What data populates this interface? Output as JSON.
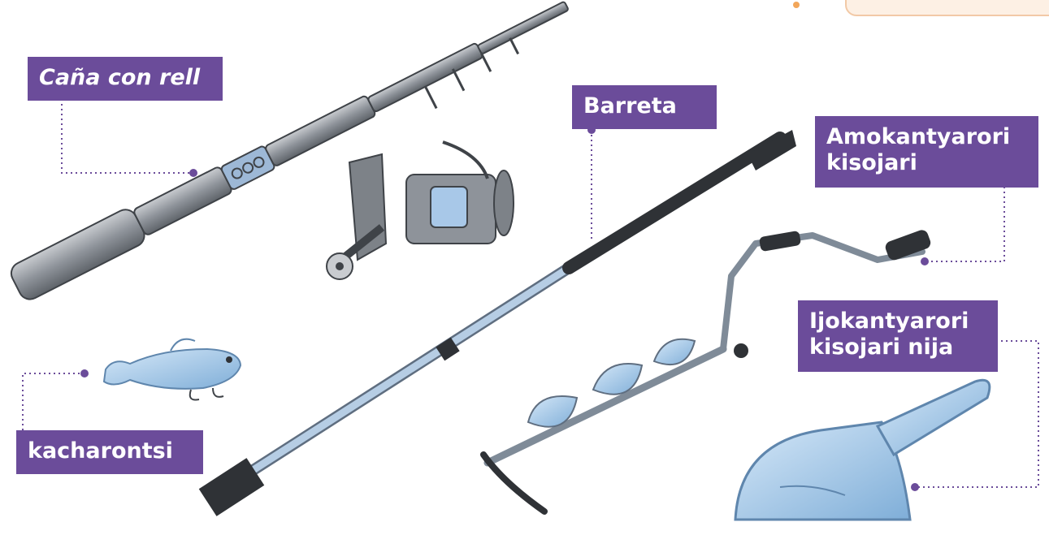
{
  "labels": {
    "rod": "Caña con rell",
    "bar": "Barreta",
    "auger_handle": "Amokantyarori\nkisojari",
    "scoop": "Ijokantyarori\nkisojari nija",
    "lure": "kacharontsi"
  },
  "colors": {
    "label_bg": "#6b4c9a",
    "label_text": "#ffffff",
    "connector": "#6b4c9a",
    "tool_blue": "#a8c8e8",
    "tool_gray": "#8a8f96"
  }
}
